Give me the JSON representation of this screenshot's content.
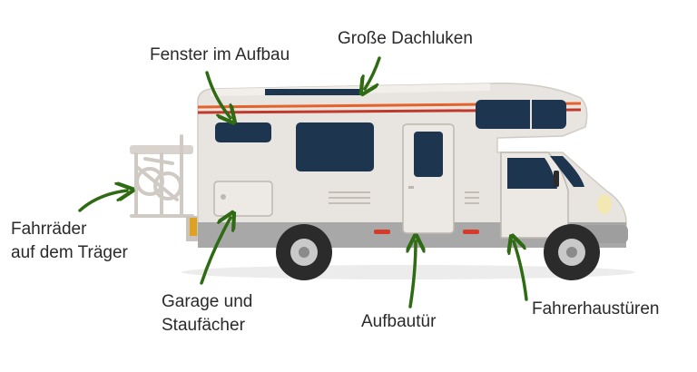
{
  "labels": {
    "roof_hatches": "Große Dachluken",
    "windows": "Fenster im Aufbau",
    "bikes": [
      "Fahrräder",
      "auf dem Träger"
    ],
    "garage": [
      "Garage und",
      "Staufächer"
    ],
    "door": "Aufbautür",
    "cab_doors": "Fahrerhaustüren"
  },
  "colors": {
    "arrow": "#2e6b12",
    "body": "#e8e4df",
    "window": "#1e3550",
    "stripe_orange": "#e5622a",
    "stripe_red": "#c0392b",
    "skirt": "#a8a8a8",
    "tire": "#2b2b2b"
  }
}
